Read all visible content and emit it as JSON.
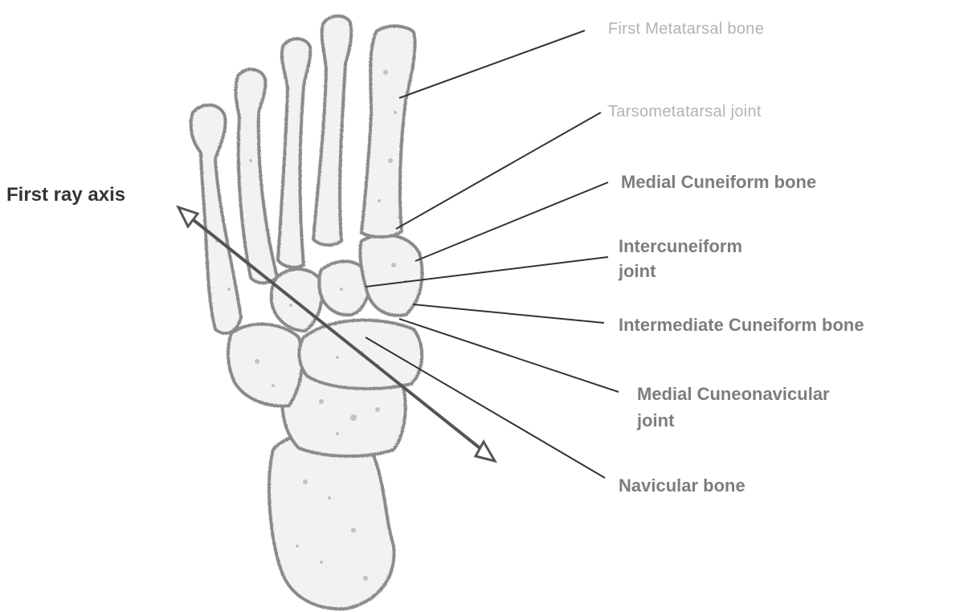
{
  "labels": {
    "first_ray_axis": "First ray axis",
    "first_metatarsal": "First Metatarsal bone",
    "tarsometatarsal_joint": "Tarsometatarsal joint",
    "medial_cuneiform": "Medial Cuneiform bone",
    "intercuneiform_line1": "Intercuneiform",
    "intercuneiform_line2": "joint",
    "intermediate_cuneiform": "Intermediate Cuneiform bone",
    "medial_cuneonavicular_line1": "Medial Cuneonavicular",
    "medial_cuneonavicular_line2": "joint",
    "navicular": "Navicular bone"
  },
  "colors": {
    "bone_outline": "#8a8a8a",
    "bone_fill": "#f2f2f2",
    "texture": "#9a9a9a",
    "leader_line": "#333333",
    "axis_arrow": "#555555",
    "label_bold": "#7d7d7d",
    "label_light": "#b3b3b3"
  }
}
